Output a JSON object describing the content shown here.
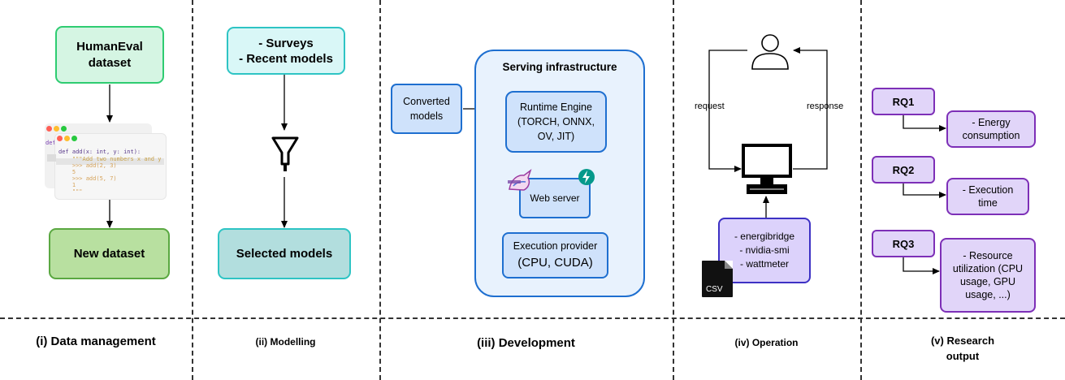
{
  "columns": {
    "data_management": {
      "caption": "(i) Data management",
      "source_box": "HumanEval\ndataset",
      "target_box": "New dataset",
      "code_snippet": {
        "back_line": "def",
        "lines": [
          "def add(x: int, y: int):",
          "    \"\"\"Add two numbers x and y",
          "    >>> add(2, 3)",
          "    5",
          "    >>> add(5, 7)",
          "    1",
          "    \"\"\""
        ]
      }
    },
    "modelling": {
      "caption": "(ii) Modelling",
      "source_box": "- Surveys\n- Recent models",
      "target_box": "Selected models",
      "filter_icon": "filter-icon"
    },
    "development": {
      "caption": "(iii) Development",
      "converted_models": "Converted\nmodels",
      "infrastructure_title": "Serving infrastructure",
      "runtime_engine": "Runtime Engine\n(TORCH, ONNX,\nOV, JIT)",
      "web_server": "Web server",
      "execution_provider_title": "Execution provider",
      "execution_provider_values": "(CPU, CUDA)"
    },
    "operation": {
      "caption": "(iv) Operation",
      "request_label": "request",
      "response_label": "response",
      "tools_box": "- energibridge\n- nvidia-smi\n- wattmeter",
      "csv_label": "CSV"
    },
    "research_output": {
      "caption": "(v) Research\noutput",
      "items": [
        {
          "rq": "RQ1",
          "result": "- Energy\nconsumption"
        },
        {
          "rq": "RQ2",
          "result": "- Execution\ntime"
        },
        {
          "rq": "RQ3",
          "result": "- Resource\nutilization (CPU\nusage, GPU\nusage, ...)"
        }
      ]
    }
  },
  "colors": {
    "green_fill": "#d5f5e3",
    "green_border": "#2ecc71",
    "dark_green_fill": "#b8e0a0",
    "dark_green_border": "#5aa841",
    "cyan_fill": "#d9f7f7",
    "cyan_border": "#2ec4c4",
    "teal_fill": "#b2dede",
    "blue_fill": "#dae8fc",
    "blue_border": "#1e6fd0",
    "light_blue_fill": "#e8f2fd",
    "purple_fill": "#e1d5f9",
    "purple_border": "#7d2fb7",
    "tools_fill": "#dcd2fb",
    "tools_border": "#3d31c4"
  }
}
